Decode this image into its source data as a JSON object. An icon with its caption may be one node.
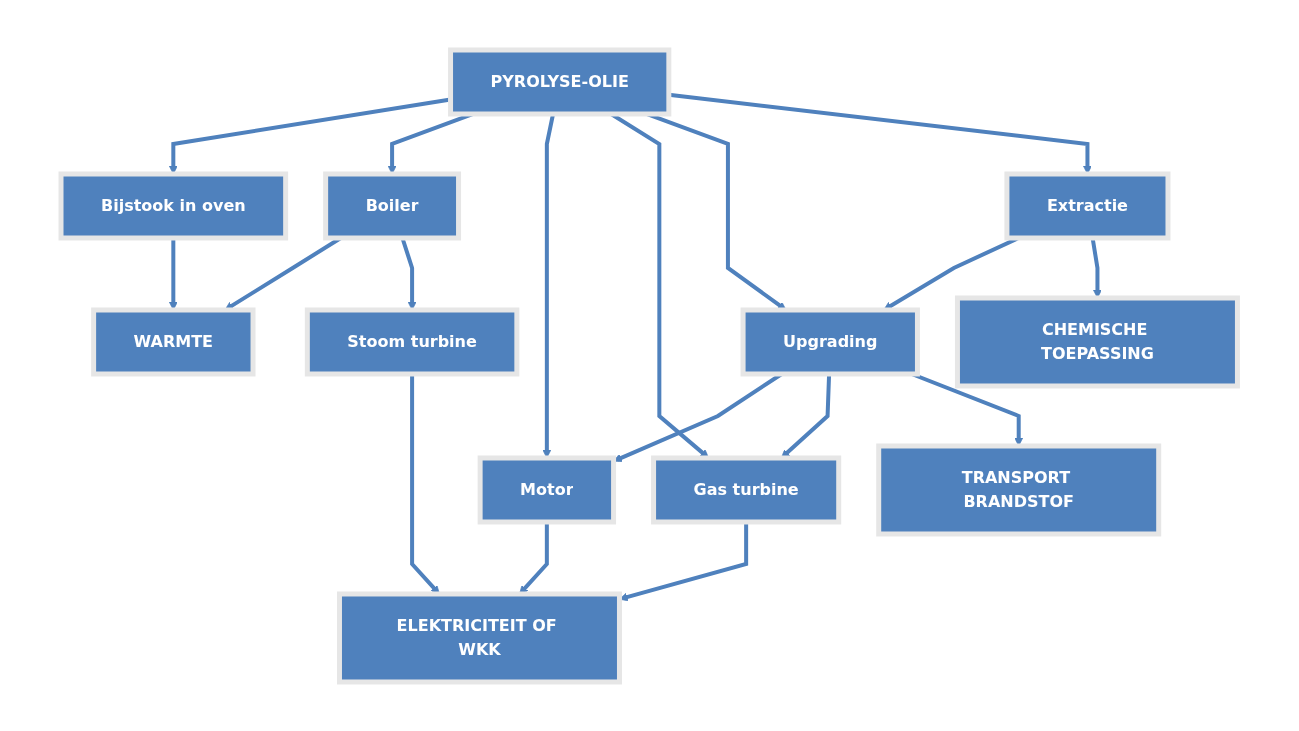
{
  "diagram": {
    "nodes": [
      {
        "text": [
          "PYROLYSE-OLIE"
        ]
      },
      {
        "text": [
          "Bijstook in oven"
        ]
      },
      {
        "text": [
          "Boiler"
        ]
      },
      {
        "text": [
          "Upgrading"
        ]
      },
      {
        "text": [
          "Extractie"
        ]
      },
      {
        "text": [
          "Stoom turbine"
        ]
      },
      {
        "text": [
          "Motor"
        ]
      },
      {
        "text": [
          "Gas turbine"
        ]
      },
      {
        "text": [
          "WARMTE"
        ]
      },
      {
        "text": [
          "ELEKTRICITEIT OF WKK"
        ]
      },
      {
        "text": [
          "TRANSPORT BRANDSTOF"
        ]
      },
      {
        "text": [
          "CHEMISCHE TOEPASSING"
        ]
      }
    ],
    "edges": [
      {
        "from": 0,
        "to": 1,
        "arrow": "to"
      },
      {
        "from": 0,
        "to": 2,
        "arrow": "to"
      },
      {
        "from": 0,
        "to": 6,
        "arrow": "to"
      },
      {
        "from": 0,
        "to": 7,
        "arrow": "to"
      },
      {
        "from": 0,
        "to": 3,
        "arrow": "to"
      },
      {
        "from": 0,
        "to": 4,
        "arrow": "to"
      },
      {
        "from": 4,
        "to": 3,
        "arrow": "to"
      },
      {
        "from": 3,
        "to": 6,
        "arrow": "to"
      },
      {
        "from": 3,
        "to": 7,
        "arrow": "to"
      },
      {
        "from": 1,
        "to": 8,
        "arrow": "to"
      },
      {
        "from": 2,
        "to": 8,
        "arrow": "to"
      },
      {
        "from": 2,
        "to": 5,
        "arrow": "to"
      },
      {
        "from": 5,
        "to": 9,
        "arrow": "to"
      },
      {
        "from": 6,
        "to": 9,
        "arrow": "to"
      },
      {
        "from": 7,
        "to": 9,
        "arrow": "to"
      },
      {
        "from": 3,
        "to": 10,
        "arrow": "to"
      },
      {
        "from": 4,
        "to": 11,
        "arrow": "to"
      }
    ]
  }
}
